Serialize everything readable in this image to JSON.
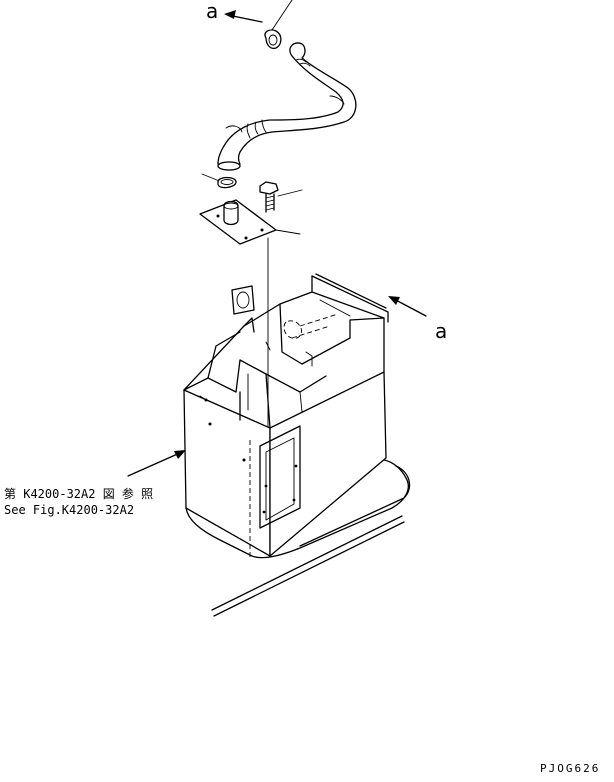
{
  "view_ref_top": "a",
  "view_ref_right": "a",
  "reference_line1": "第 K4200-32A2 図 参 照",
  "reference_line2": "See Fig.K4200-32A2",
  "drawing_code": "PJOG626"
}
